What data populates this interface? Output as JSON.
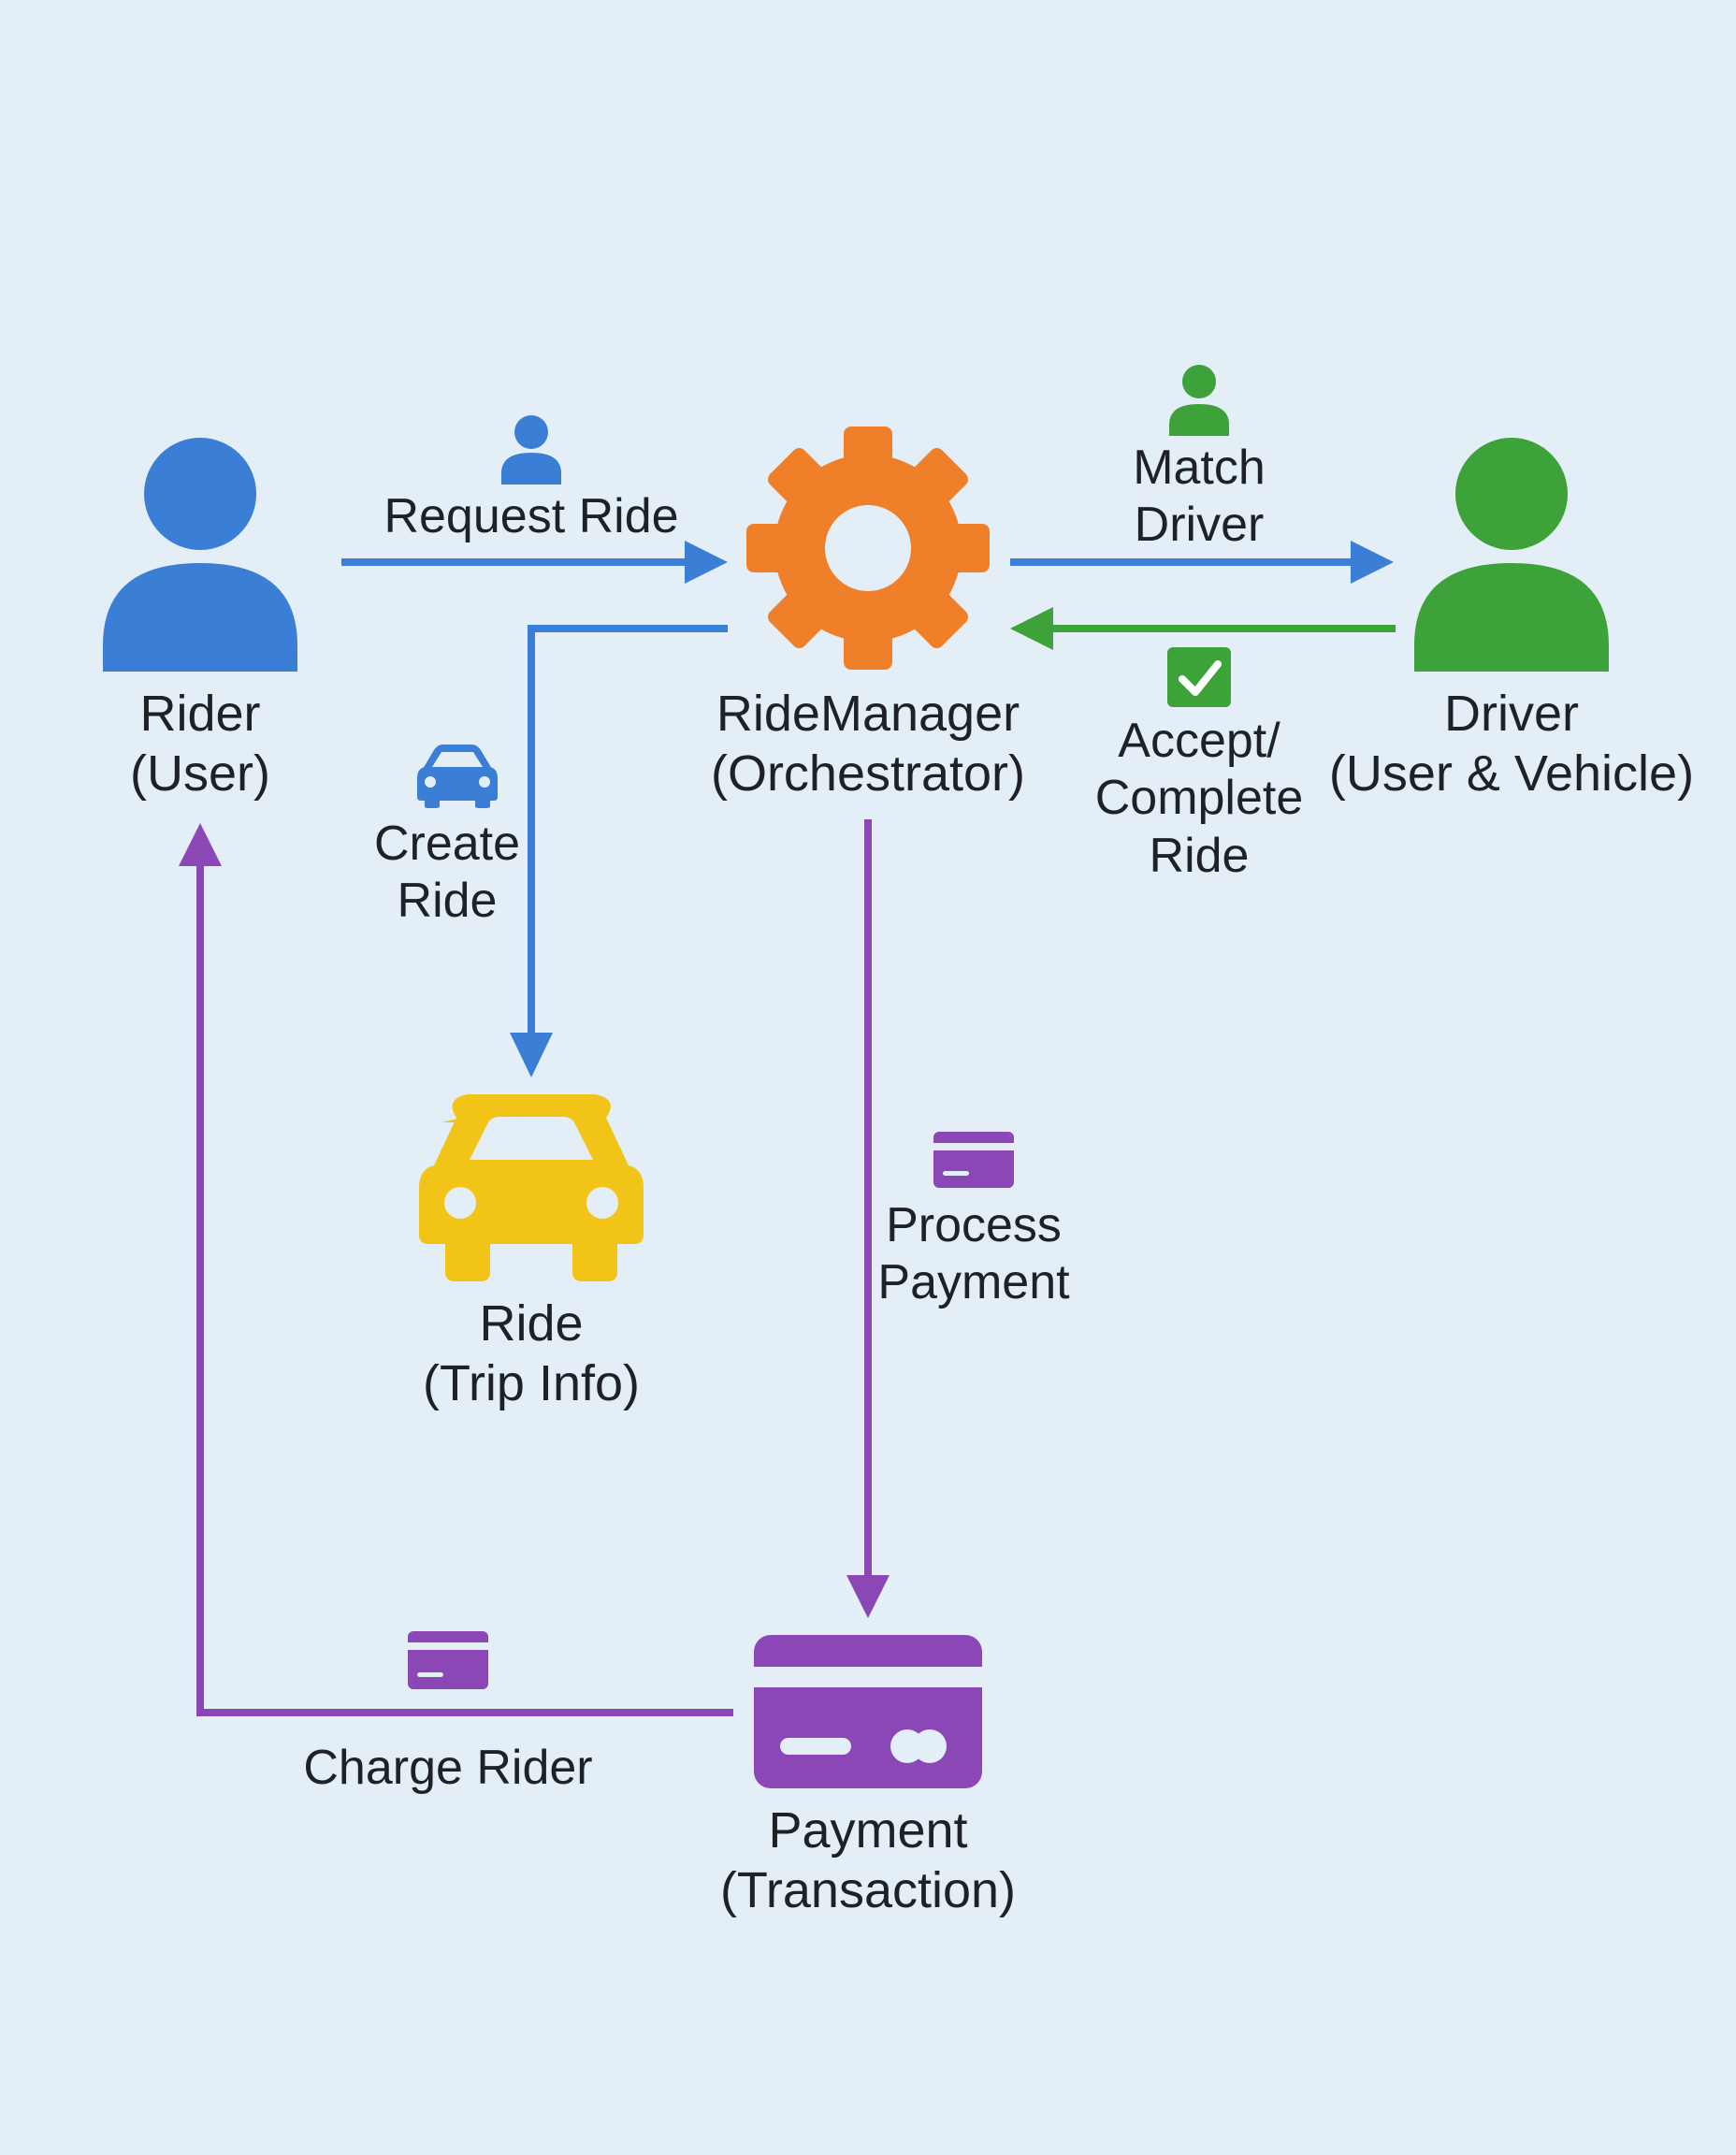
{
  "colors": {
    "background": "#e3eef7",
    "rider": "#3a7fd5",
    "manager": "#f07f2a",
    "driver": "#3da23a",
    "ride": "#f2c418",
    "payment": "#8b47b5",
    "text": "#1e2125"
  },
  "nodes": {
    "rider": {
      "icon": "user-icon",
      "line1": "Rider",
      "line2": "(User)"
    },
    "manager": {
      "icon": "gear-icon",
      "line1": "RideManager",
      "line2": "(Orchestrator)"
    },
    "driver": {
      "icon": "user-icon",
      "line1": "Driver",
      "line2": "(User & Vehicle)"
    },
    "ride": {
      "icon": "car-icon",
      "line1": "Ride",
      "line2": "(Trip Info)"
    },
    "payment": {
      "icon": "credit-card-icon",
      "line1": "Payment",
      "line2": "(Transaction)"
    }
  },
  "edges": {
    "request_ride": {
      "from": "rider",
      "to": "manager",
      "icon": "user-icon",
      "line1": "Request Ride"
    },
    "match_driver": {
      "from": "manager",
      "to": "driver",
      "icon": "user-icon",
      "line1": "Match",
      "line2": "Driver"
    },
    "accept_complete": {
      "from": "driver",
      "to": "manager",
      "icon": "checkbox-icon",
      "line1": "Accept/",
      "line2": "Complete",
      "line3": "Ride"
    },
    "create_ride": {
      "from": "manager",
      "to": "ride",
      "icon": "car-icon",
      "line1": "Create",
      "line2": "Ride"
    },
    "process_payment": {
      "from": "manager",
      "to": "payment",
      "icon": "credit-card-icon",
      "line1": "Process",
      "line2": "Payment"
    },
    "charge_rider": {
      "from": "payment",
      "to": "rider",
      "icon": "credit-card-icon",
      "line1": "Charge Rider"
    }
  }
}
